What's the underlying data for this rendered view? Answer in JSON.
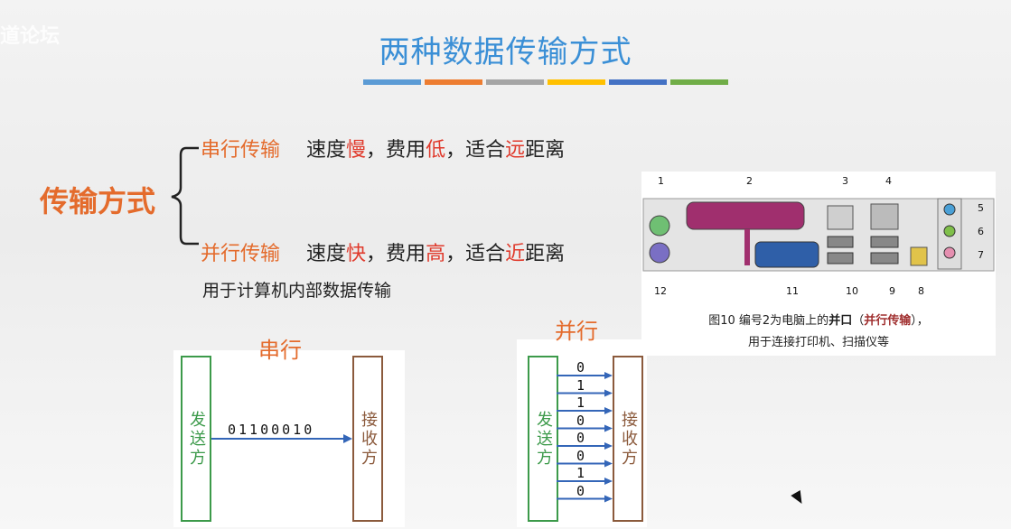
{
  "watermark": "道论坛",
  "title": "两种数据传输方式",
  "title_bar_colors": [
    "#5b9bd5",
    "#ed7d31",
    "#a5a5a5",
    "#ffc000",
    "#4472c4",
    "#70ad47"
  ],
  "main_label": "传输方式",
  "serial": {
    "name": "串行传输",
    "desc_parts": [
      "速度",
      "慢",
      "，费用",
      "低",
      "，适合",
      "远",
      "距离"
    ]
  },
  "parallel": {
    "name": "并行传输",
    "desc_parts": [
      "速度",
      "快",
      "，费用",
      "高",
      "，适合",
      "近",
      "距离"
    ],
    "note": "用于计算机内部数据传输"
  },
  "photo": {
    "numbers": [
      "1",
      "2",
      "3",
      "4",
      "5",
      "6",
      "7",
      "8",
      "9",
      "10",
      "11",
      "12"
    ],
    "caption_line1_a": "图10  编号2为电脑上的",
    "caption_line1_b": "并口",
    "caption_line1_c": "（",
    "caption_line1_d": "并行传输",
    "caption_line1_e": "），",
    "caption_line2": "用于连接打印机、扫描仪等"
  },
  "serial_diagram": {
    "title": "串行",
    "sender": "发送方",
    "receiver": "接收方",
    "bits": "01100010"
  },
  "parallel_diagram": {
    "title": "并行",
    "sender": "发送方",
    "receiver": "接收方",
    "bits": [
      "0",
      "1",
      "1",
      "0",
      "0",
      "0",
      "1",
      "0"
    ]
  }
}
